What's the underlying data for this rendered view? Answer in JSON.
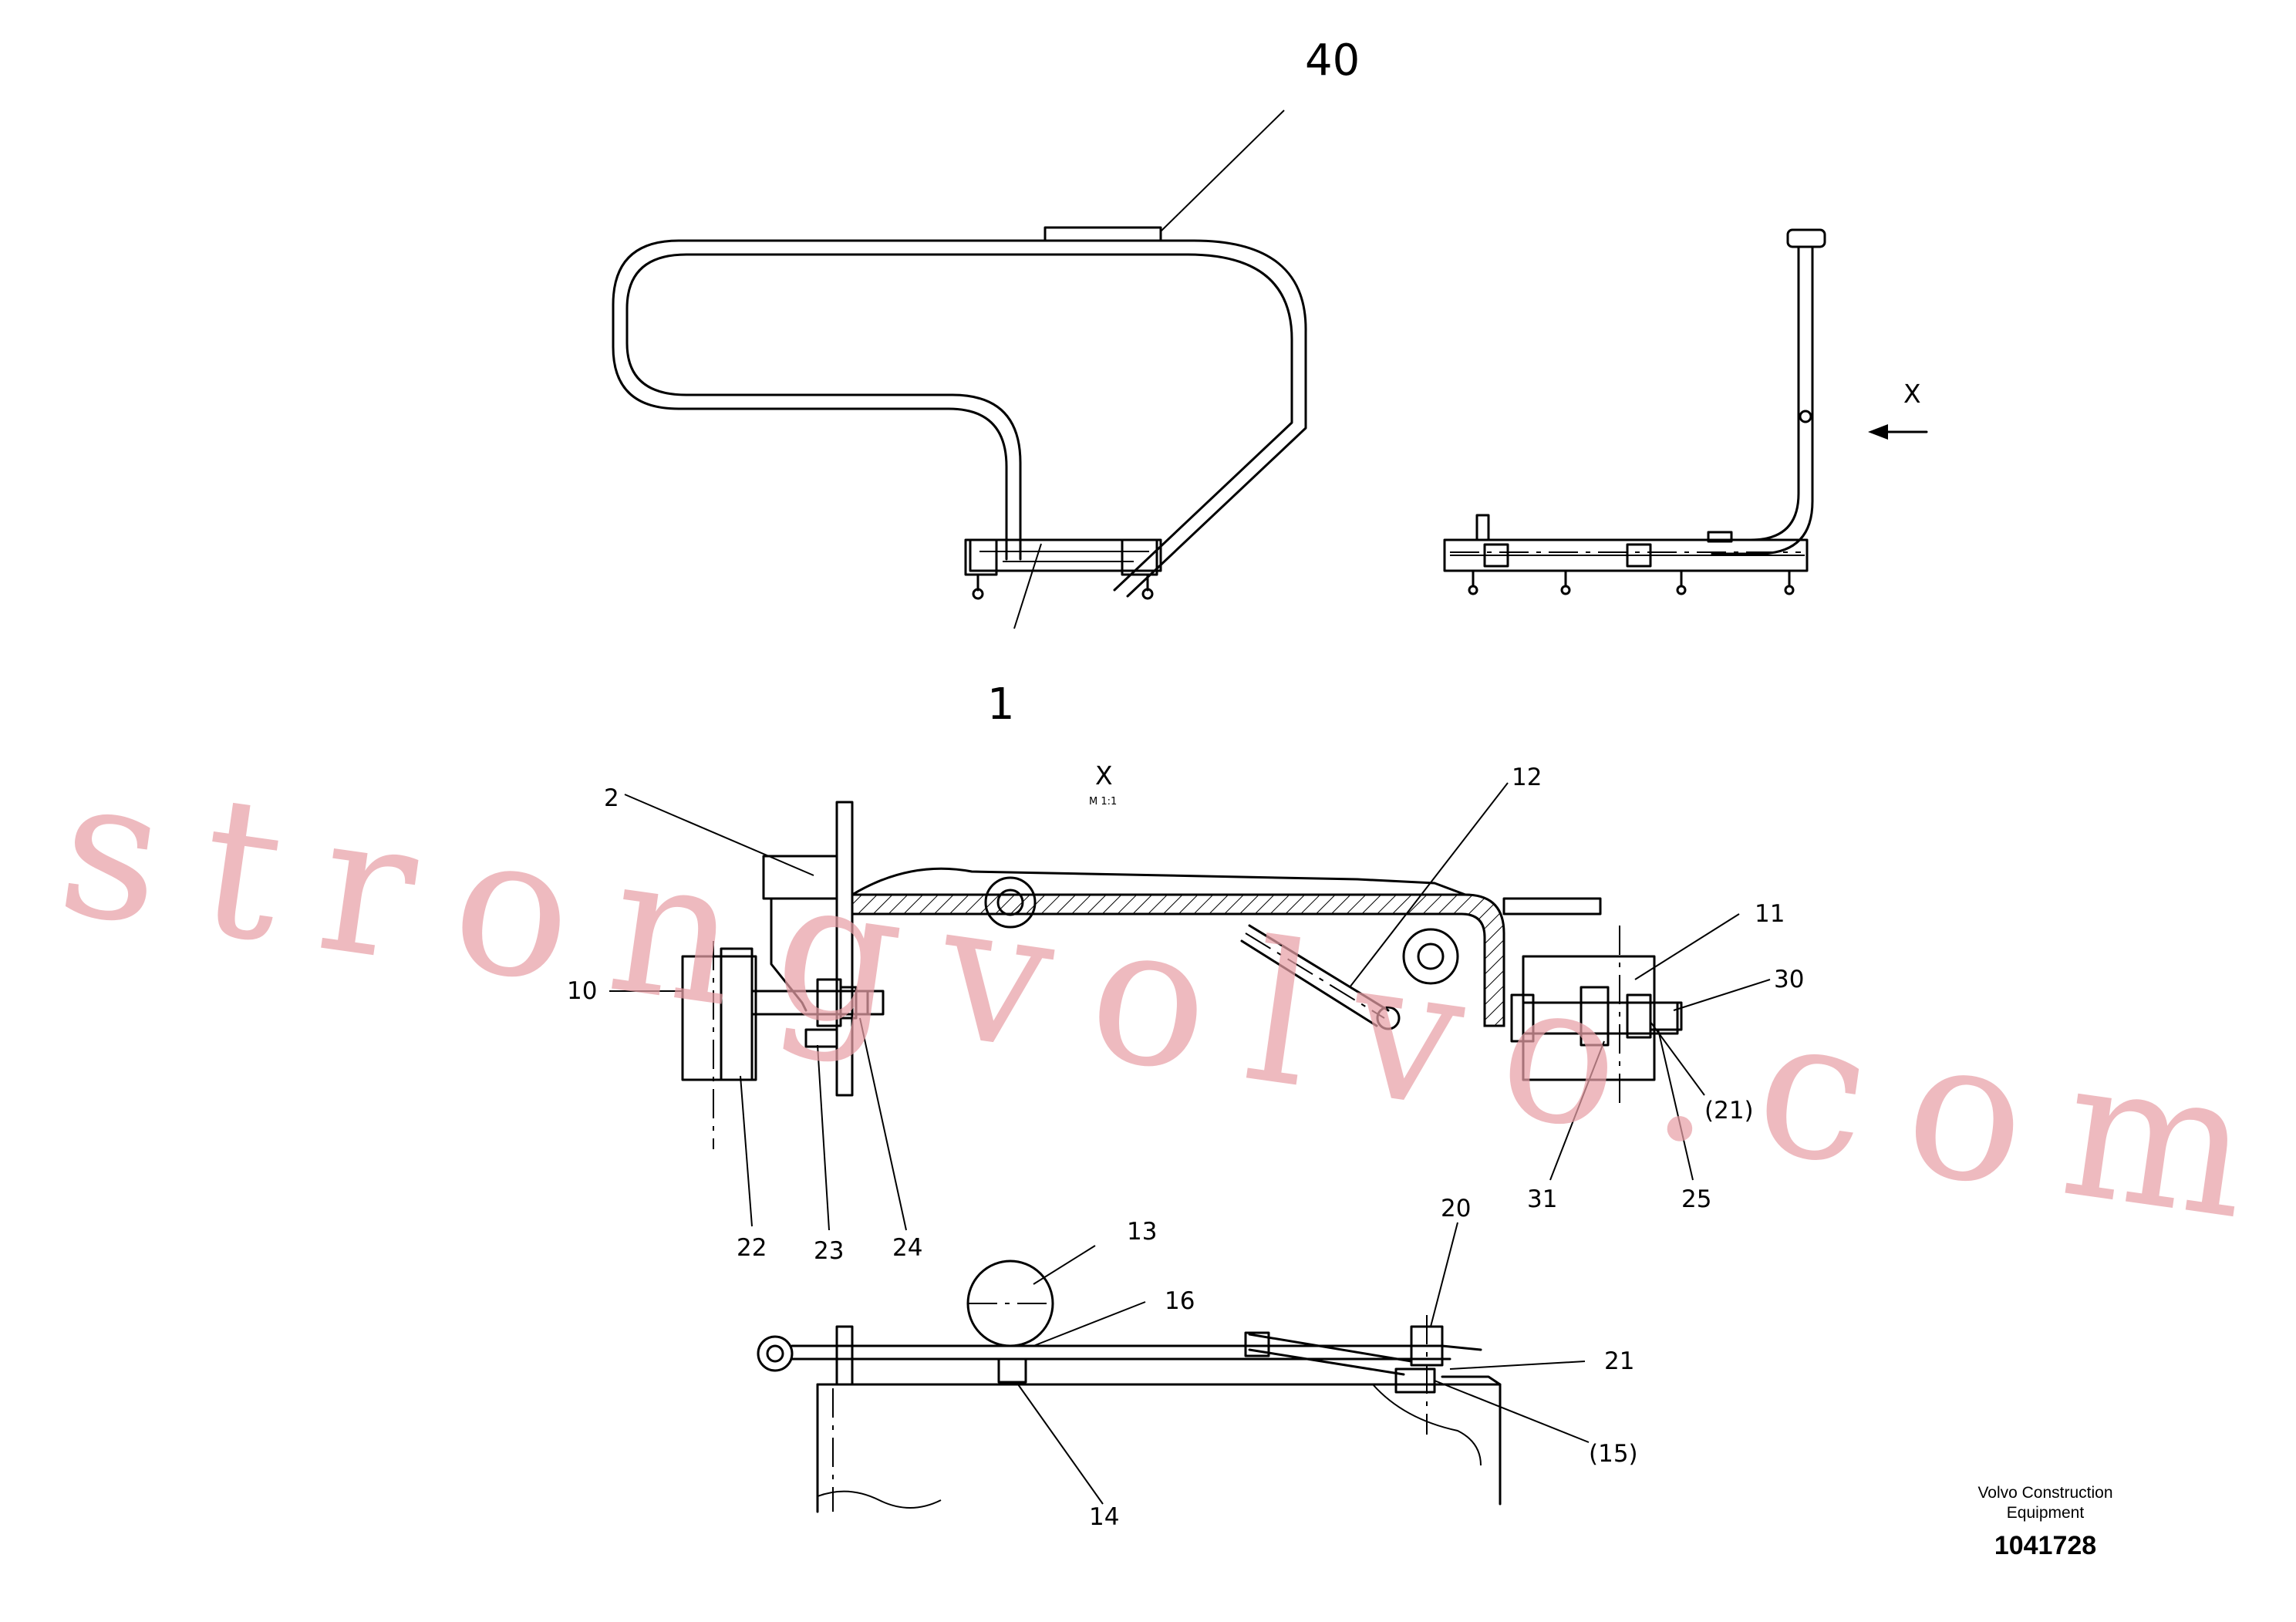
{
  "title_block": {
    "maker_line1": "Volvo Construction",
    "maker_line2": "Equipment",
    "part_number": "1041728"
  },
  "watermark": "strongvolvo.com",
  "view": {
    "name": "X",
    "scale": "M 1:1",
    "arrow_label": "X"
  },
  "callouts": {
    "c40": "40",
    "c1": "1",
    "c2": "2",
    "c10": "10",
    "c12": "12",
    "c11": "11",
    "c30": "30",
    "c21p": "(21)",
    "c22": "22",
    "c23": "23",
    "c24": "24",
    "c31": "31",
    "c25": "25",
    "c13": "13",
    "c16": "16",
    "c20": "20",
    "c21": "21",
    "c15p": "(15)",
    "c14": "14"
  },
  "colors": {
    "line": "#000000",
    "watermark": "#e8a0a6",
    "background": "#ffffff"
  }
}
